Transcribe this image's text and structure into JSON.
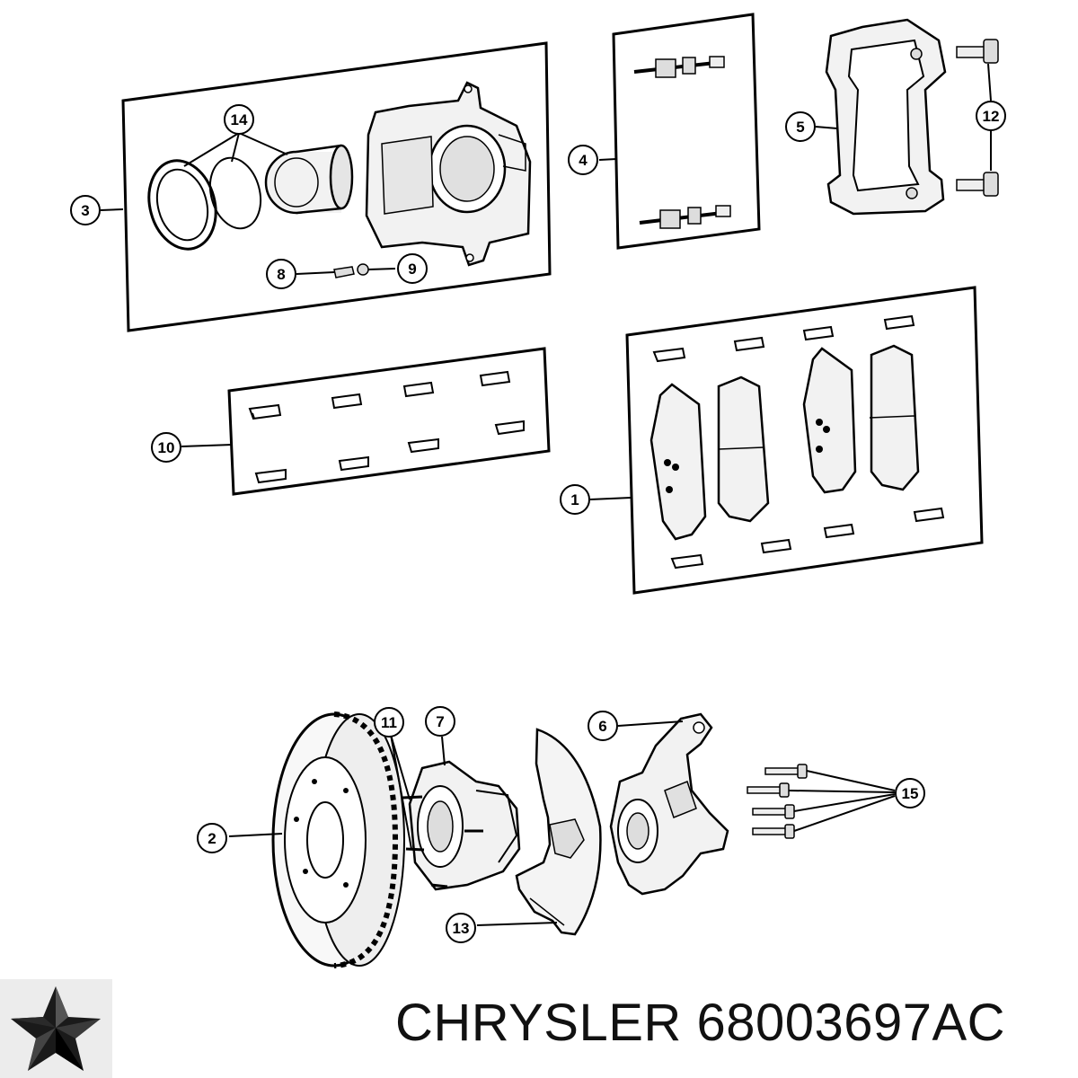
{
  "diagram": {
    "callouts": {
      "c1": "1",
      "c2": "2",
      "c3": "3",
      "c4": "4",
      "c5": "5",
      "c6": "6",
      "c7": "7",
      "c8": "8",
      "c9": "9",
      "c10": "10",
      "c11": "11",
      "c12": "12",
      "c13": "13",
      "c14": "14",
      "c15": "15"
    }
  },
  "caption": {
    "brand": "CHRYSLER",
    "part_number": "68003697AC"
  },
  "logo": {
    "icon": "pentastar-icon"
  },
  "colors": {
    "line": "#000000",
    "part_fill": "#f2f2f2",
    "shade": "#cfcfcf"
  }
}
